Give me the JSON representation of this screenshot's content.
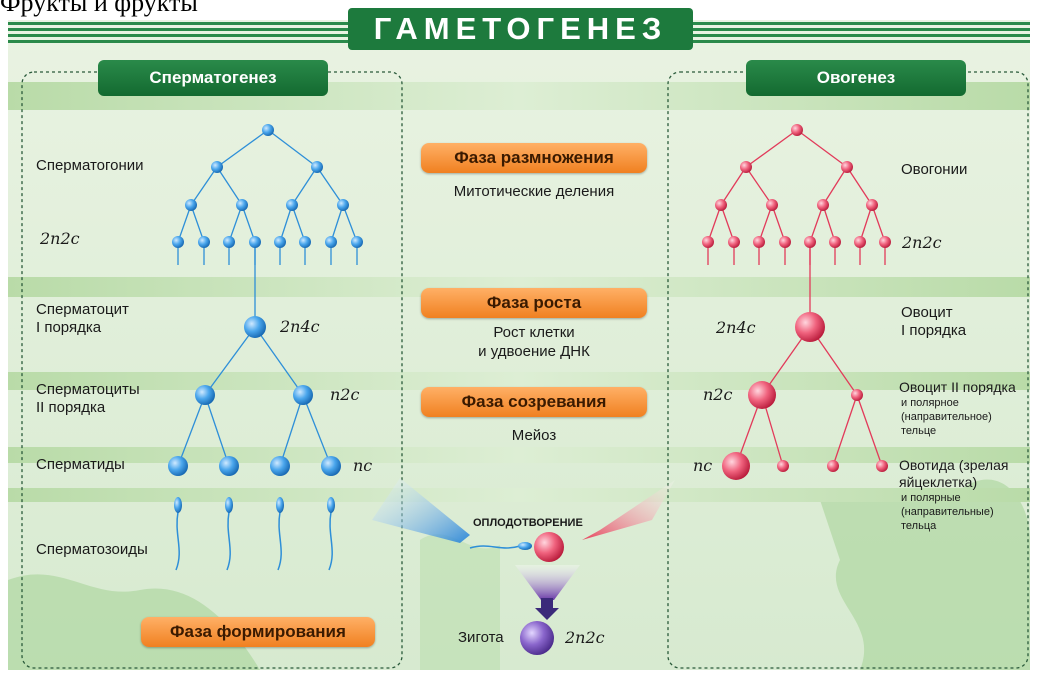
{
  "cutoff_text": "Фрукты и фрукты",
  "title": "ГАМЕТОГЕНЕЗ",
  "left_header": "Сперматогенез",
  "right_header": "Овогенез",
  "phases": {
    "reproduction": "Фаза размножения",
    "reproduction_desc": "Митотические деления",
    "growth": "Фаза роста",
    "growth_desc_1": "Рост клетки",
    "growth_desc_2": "и удвоение ДНК",
    "maturation": "Фаза созревания",
    "maturation_desc": "Мейоз",
    "formation": "Фаза формирования"
  },
  "left_labels": {
    "spermatogonia": "Сперматогонии",
    "spermatocyte1_a": "Сперматоцит",
    "spermatocyte1_b": "I порядка",
    "spermatocyte2_a": "Сперматоциты",
    "spermatocyte2_b": "II порядка",
    "spermatids": "Сперматиды",
    "spermatozoa": "Сперматозоиды"
  },
  "right_labels": {
    "oogonia": "Овогонии",
    "oocyte1_a": "Овоцит",
    "oocyte1_b": "I порядка",
    "oocyte2_a": "Овоцит II порядка",
    "oocyte2_b": "и полярное",
    "oocyte2_c": "(направительное)",
    "oocyte2_d": "тельце",
    "ootid_a": "Овотида (зрелая",
    "ootid_b": "яйцеклетка)",
    "ootid_c": "и полярные",
    "ootid_d": "(направительные)",
    "ootid_e": "тельца"
  },
  "formulas": {
    "left_2n2c": "2n2c",
    "left_2n4c": "2n4c",
    "left_n2c": "n2c",
    "left_nc": "nc",
    "right_2n2c": "2n2c",
    "right_2n4c": "2n4c",
    "right_n2c": "n2c",
    "right_nc": "nc",
    "zygote_2n2c": "2n2c"
  },
  "fertilization": "ОПЛОДОТВОРЕНИЕ",
  "zygote": "Зигота",
  "colors": {
    "title_green": "#1d7a3d",
    "band_green": "#cfe6c0",
    "sperm_blue": "#2e8fd8",
    "egg_red": "#e23a5a",
    "phase_orange": "#f08020",
    "zygote_purple": "#6a4aa8"
  }
}
